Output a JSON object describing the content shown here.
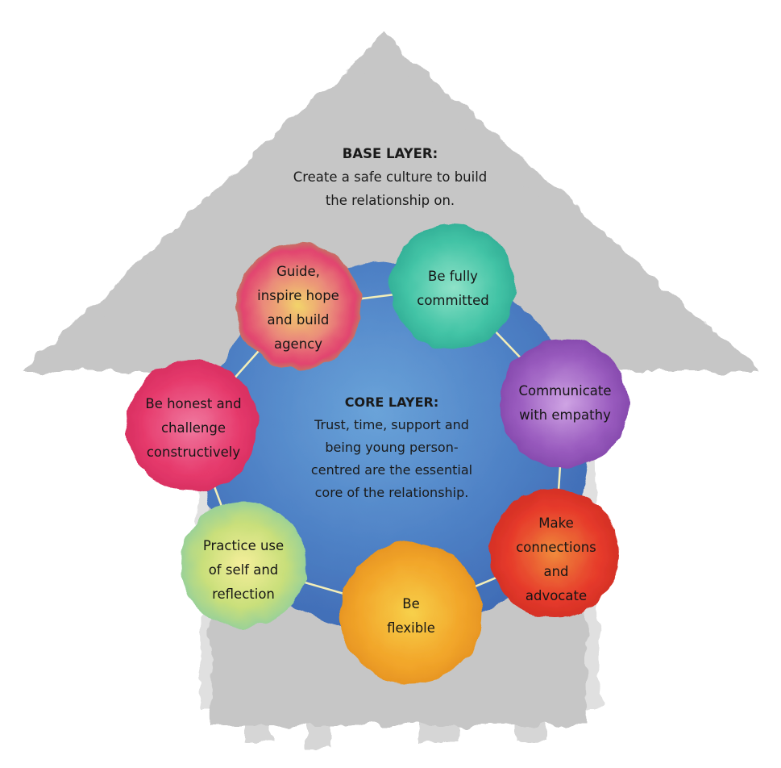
{
  "diagram": {
    "base_layer": {
      "title": "BASE LAYER:",
      "text_lines": [
        "Create a safe culture to build",
        "the relationship on."
      ]
    },
    "core_layer": {
      "title": "CORE LAYER:",
      "text_lines": [
        "Trust, time, support and",
        "being young person-",
        "centred are the essential",
        "core of the relationship."
      ]
    },
    "circles": [
      {
        "id": "guide",
        "lines": [
          "Guide,",
          "inspire hope",
          "and build",
          "agency"
        ]
      },
      {
        "id": "committed",
        "lines": [
          "Be fully",
          "committed"
        ]
      },
      {
        "id": "communicate",
        "lines": [
          "Communicate",
          "with empathy"
        ]
      },
      {
        "id": "connections",
        "lines": [
          "Make",
          "connections",
          "and",
          "advocate"
        ]
      },
      {
        "id": "flexible",
        "lines": [
          "Be",
          "flexible"
        ]
      },
      {
        "id": "practice",
        "lines": [
          "Practice use",
          "of self and",
          "reflection"
        ]
      },
      {
        "id": "honest",
        "lines": [
          "Be honest and",
          "challenge",
          "constructively"
        ]
      }
    ],
    "colors": {
      "house": "#c6c6c6",
      "core": "#4f82c6",
      "guide": "#e2446f",
      "committed": "#43c4a6",
      "communicate": "#9a5cbf",
      "connections": "#e63a2b",
      "flexible": "#f2a62a",
      "practice": "#b5d36b",
      "honest": "#e63a6c"
    }
  }
}
